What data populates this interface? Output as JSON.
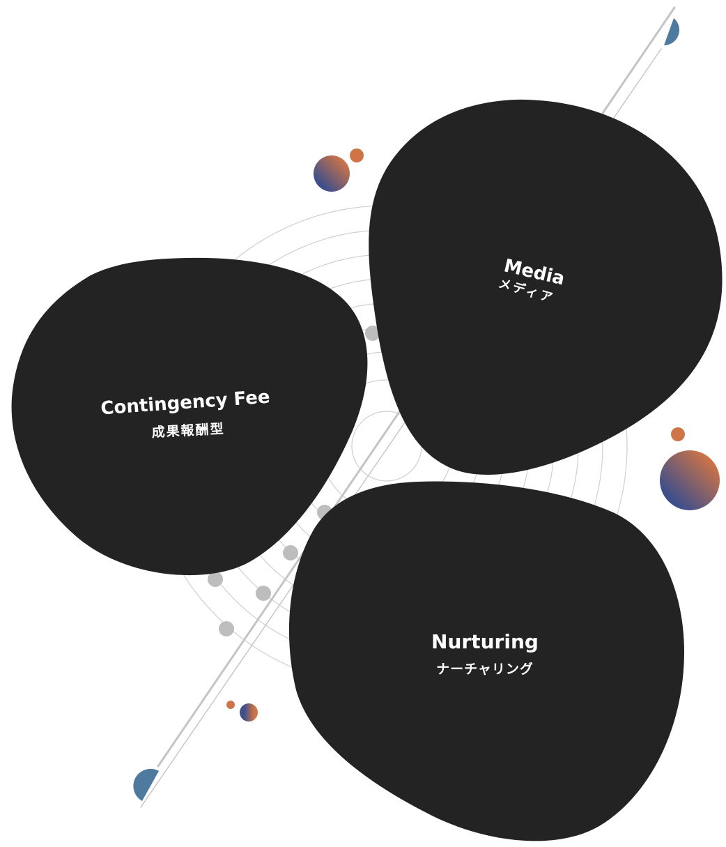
{
  "colors": {
    "background": "#ffffff",
    "blob": "#232323",
    "blob_text": "#ffffff",
    "line": "#c4c4c4",
    "arc": "#d0d0d0",
    "dot": "#bdbdbd",
    "accent_blue": "#4f7aa0",
    "accent_orange": "#cf7446",
    "accent_navy": "#3e4f8c"
  },
  "segments": [
    {
      "title": "Contingency Fee",
      "subtitle": "成果報酬型"
    },
    {
      "title": "Media",
      "subtitle": "メディア"
    },
    {
      "title": "Nurturing",
      "subtitle": "ナーチャリング"
    }
  ]
}
